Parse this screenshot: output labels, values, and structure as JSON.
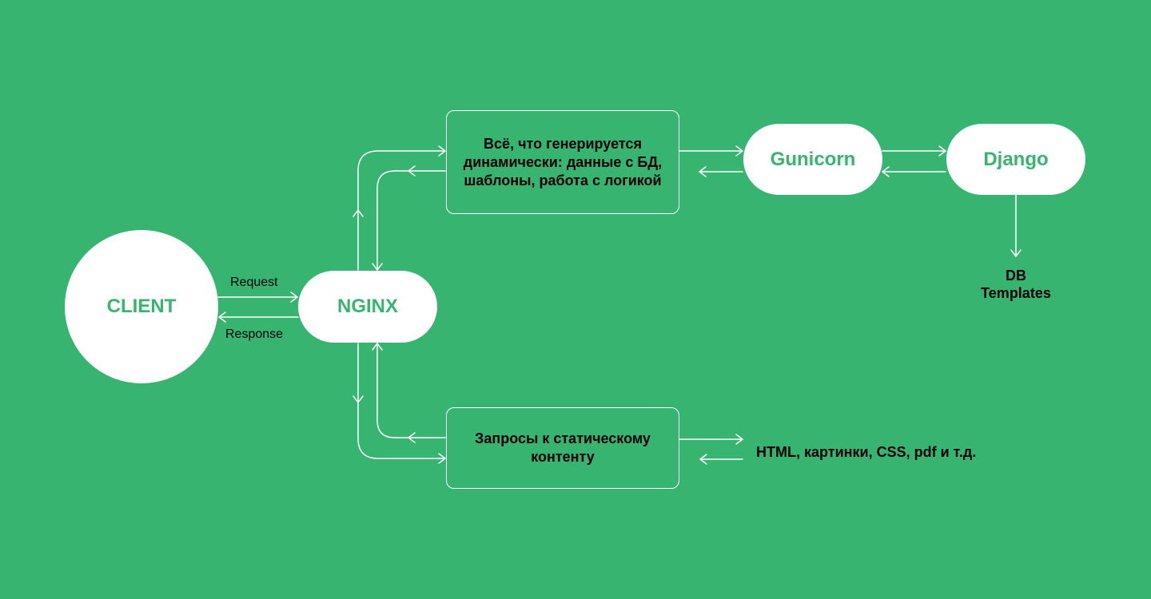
{
  "colors": {
    "background": "#36b470",
    "node_fill": "#ffffff",
    "node_text": "#36b470",
    "line": "#ffffff",
    "text": "#000000"
  },
  "nodes": {
    "client": "CLIENT",
    "nginx": "NGINX",
    "gunicorn": "Gunicorn",
    "django": "Django",
    "dynamic_box": "Всё, что генерируется динамически: данные с БД, шаблоны, работа с логикой",
    "static_box": "Запросы к статическому контенту"
  },
  "labels": {
    "request": "Request",
    "response": "Response",
    "db": "DB",
    "templates": "Templates",
    "static_output": "HTML, картинки, CSS, pdf и т.д."
  }
}
